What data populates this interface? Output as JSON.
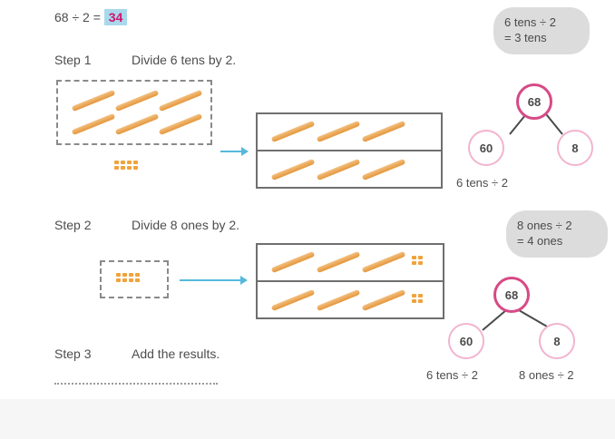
{
  "header": {
    "equation": "68 ÷ 2 =",
    "answer": "34"
  },
  "step1": {
    "label": "Step 1",
    "text": "Divide 6 tens by 2.",
    "bubble_line1": "6 tens ÷ 2",
    "bubble_line2": "= 3 tens",
    "bond_whole": "68",
    "bond_left": "60",
    "bond_right": "8",
    "bond_caption": "6 tens ÷ 2"
  },
  "step2": {
    "label": "Step 2",
    "text": "Divide 8 ones by 2.",
    "bubble_line1": "8 ones ÷ 2",
    "bubble_line2": "= 4 ones",
    "bond_whole": "68",
    "bond_left": "60",
    "bond_right": "8",
    "bond_caption_left": "6 tens ÷ 2",
    "bond_caption_right": "8 ones ÷ 2"
  },
  "step3": {
    "label": "Step 3",
    "text": "Add the results."
  },
  "colors": {
    "answer_bg": "#a9d8ec",
    "answer_text": "#d2136d",
    "stick": "#e4963a",
    "arrow": "#57b8dc",
    "bond_whole": "#d64a86",
    "bond_part": "#f2b4cf"
  }
}
